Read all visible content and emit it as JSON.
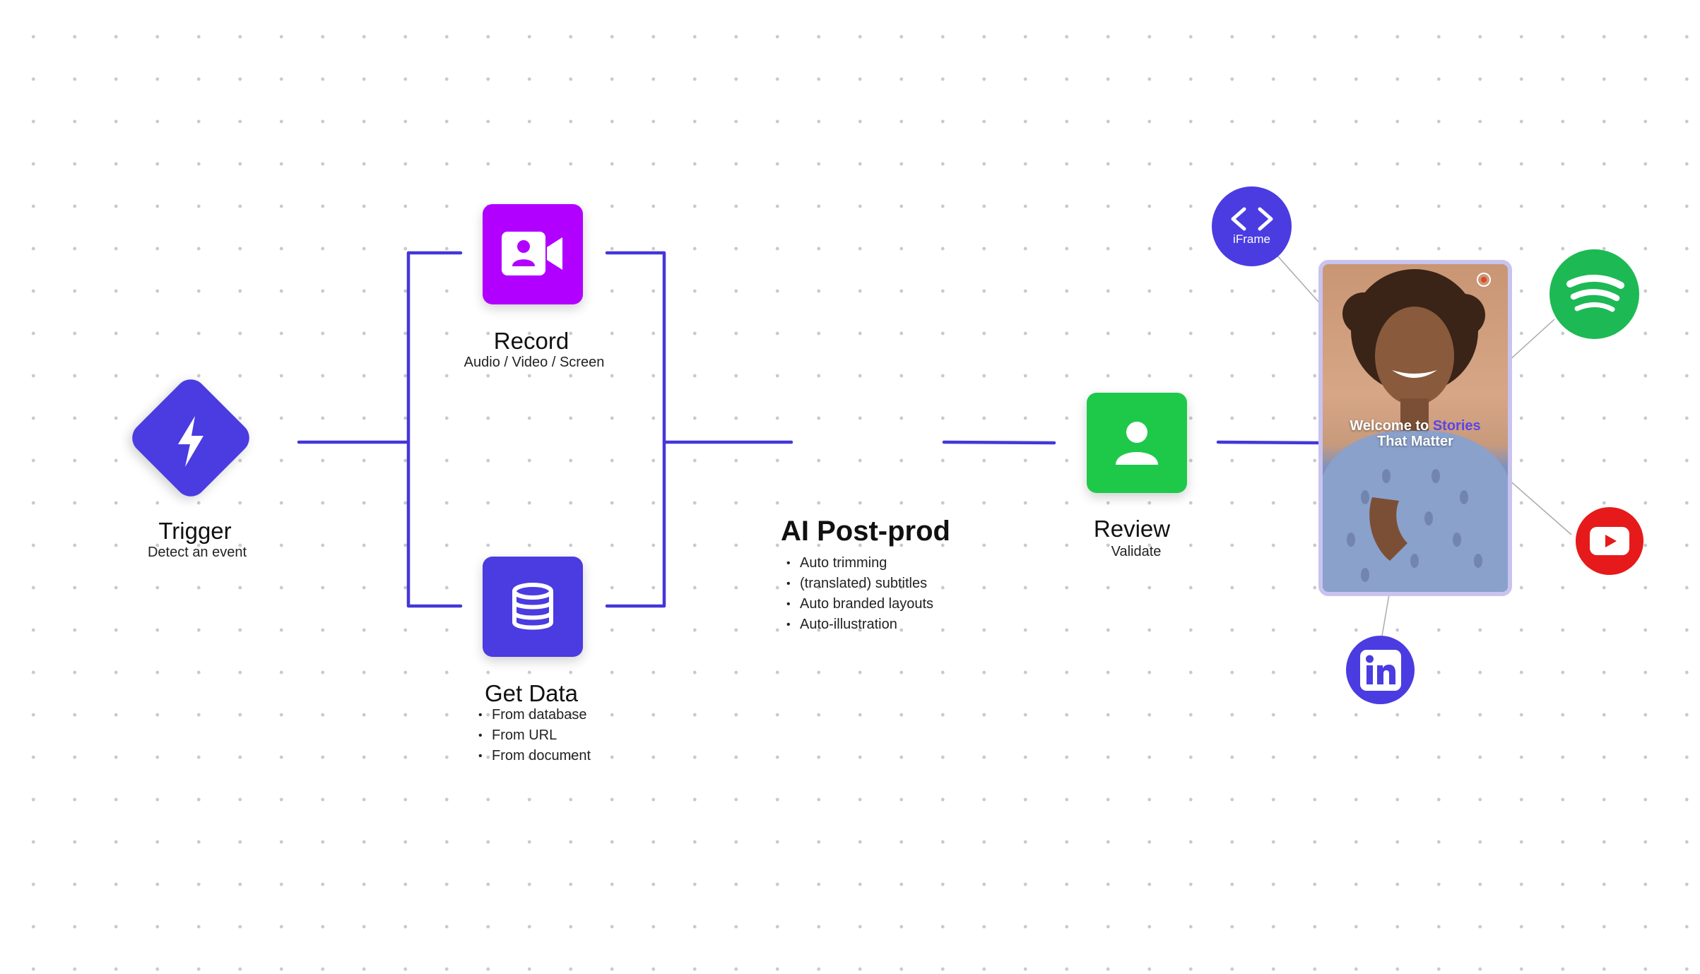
{
  "colors": {
    "wire": "#4437d9",
    "indigo": "#4a3ce0",
    "record": "#b100ff",
    "review": "#1ec94a",
    "spotify": "#1db954",
    "youtube": "#e61a1a",
    "phone_border": "#c8c3ef",
    "highlight": "#5b45e6"
  },
  "nodes": {
    "trigger": {
      "title": "Trigger",
      "subtitle": "Detect an event",
      "icon": "lightning-bolt-icon"
    },
    "record": {
      "title": "Record",
      "subtitle": "Audio / Video / Screen",
      "icon": "video-camera-user-icon"
    },
    "get_data": {
      "title": "Get Data",
      "icon": "database-icon",
      "items": [
        "From database",
        "From URL",
        "From document"
      ]
    },
    "ai_postprod": {
      "title": "AI Post-prod",
      "items": [
        "Auto trimming",
        "(translated) subtitles",
        "Auto branded layouts",
        "Auto-illustration"
      ]
    },
    "review": {
      "title": "Review",
      "subtitle": "Validate",
      "icon": "user-icon"
    }
  },
  "output": {
    "video_text_line1_a": "Welcome to ",
    "video_text_line1_b": "Stories",
    "video_text_line2": "That Matter",
    "channels": {
      "iframe": {
        "label": "iFrame",
        "icon": "code-brackets-icon"
      },
      "spotify": {
        "icon": "spotify-icon"
      },
      "youtube": {
        "icon": "youtube-icon"
      },
      "linkedin": {
        "icon": "linkedin-icon"
      }
    }
  }
}
